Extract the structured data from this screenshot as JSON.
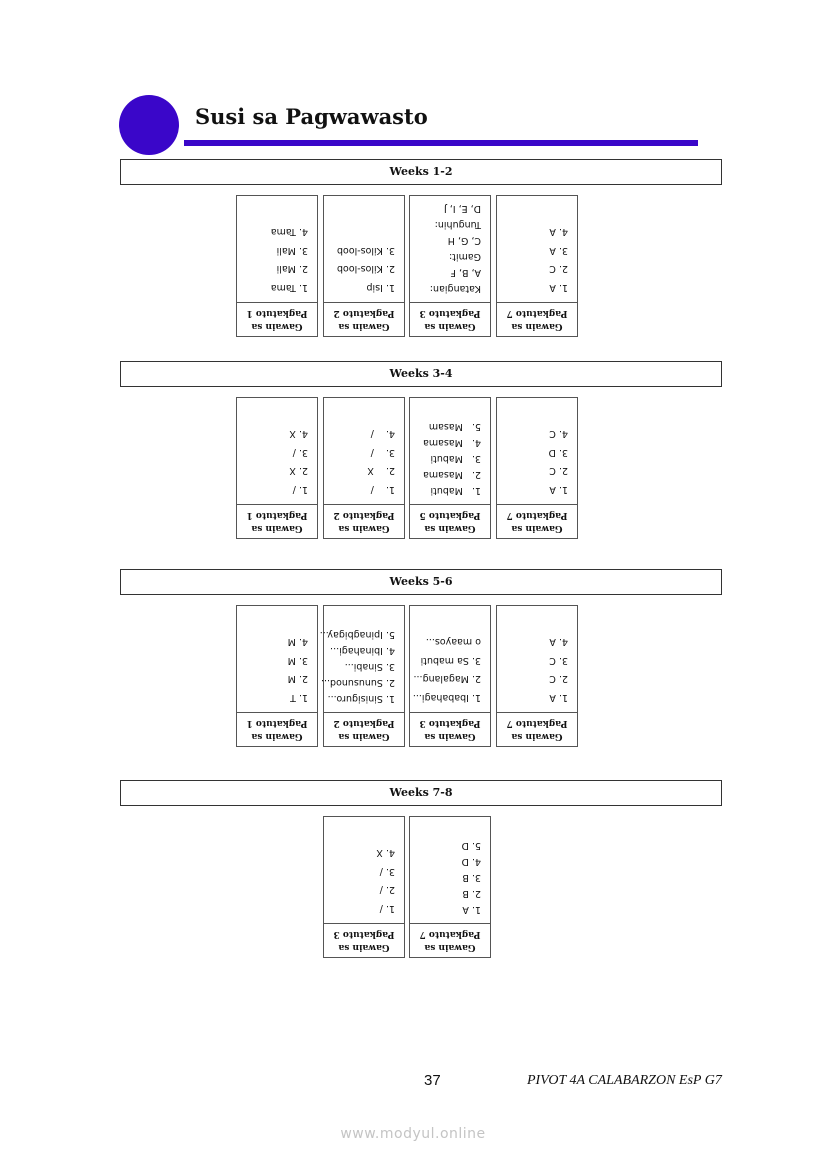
{
  "title": "Susi sa Pagwawasto",
  "sections": [
    {
      "label": "Weeks 1-2",
      "tables": [
        {
          "h1": "Gawain sa",
          "h2": "Pagkatuto 1",
          "items": [
            "1. Tama",
            "2. Mali",
            "3. Mali",
            "4. Tama"
          ]
        },
        {
          "h1": "Gawain sa",
          "h2": "Pagkatuto 2",
          "items": [
            "1. Isip",
            "2. Kilos-loob",
            "3. Kilos-loob"
          ]
        },
        {
          "h1": "Gawain sa",
          "h2": "Pagkatuto 3",
          "items": [
            "Katangian:",
            "A, B, F",
            "Gamit:",
            "C, G, H",
            "Tunguhin:",
            "D, E, I, J"
          ]
        },
        {
          "h1": "Gawain sa",
          "h2": "Pagkatuto 7",
          "items": [
            "1. A",
            "2. C",
            "3. A",
            "4. A"
          ]
        }
      ]
    },
    {
      "label": "Weeks 3-4",
      "tables": [
        {
          "h1": "Gawain sa",
          "h2": "Pagkatuto 1",
          "items": [
            "1. /",
            "2. X",
            "3. /",
            "4. X"
          ]
        },
        {
          "h1": "Gawain sa",
          "h2": "Pagkatuto 2",
          "items": [
            "1.    /",
            "2.    X",
            "3.    /",
            "4.    /"
          ]
        },
        {
          "h1": "Gawain sa",
          "h2": "Pagkatuto 5",
          "items": [
            "1.   Mabuti",
            "2.   Masama",
            "3.   Mabuti",
            "4.   Masama",
            "5.   Masam"
          ]
        },
        {
          "h1": "Gawain sa",
          "h2": "Pagkatuto 7",
          "items": [
            "1. A",
            "2. C",
            "3. D",
            "4. C"
          ]
        }
      ]
    },
    {
      "label": "Weeks 5-6",
      "tables": [
        {
          "h1": "Gawain sa",
          "h2": "Pagkatuto 1",
          "items": [
            "1. T",
            "2. M",
            "3. M",
            "4. M"
          ]
        },
        {
          "h1": "Gawain sa",
          "h2": "Pagkatuto 2",
          "items": [
            "1. Sinisiguro...",
            "2. Sunusunod...",
            "3. Sinabi...",
            "4. Ibinahagi...",
            "5. Ipinagbigay..."
          ]
        },
        {
          "h1": "Gawain sa",
          "h2": "Pagkatuto 3",
          "items": [
            "1. Ibabahagi...",
            "2. Magalang...",
            "3. Sa mabuti",
            "o maayos..."
          ]
        },
        {
          "h1": "Gawain sa",
          "h2": "Pagkatuto 7",
          "items": [
            "1. A",
            "2. C",
            "3. C",
            "4. A"
          ]
        }
      ]
    },
    {
      "label": "Weeks 7-8",
      "tables": [
        {
          "h1": "Gawain sa",
          "h2": "Pagkatuto 3",
          "items": [
            "1. /",
            "2. /",
            "3. /",
            "4. X"
          ]
        },
        {
          "h1": "Gawain sa",
          "h2": "Pagkatuto 7",
          "items": [
            "1. A",
            "2. B",
            "3. B",
            "4. D",
            "5. D"
          ]
        }
      ]
    }
  ],
  "footer": {
    "page": "37",
    "text": "PIVOT 4A CALABARZON EsP G7"
  },
  "watermark": "www.modyul.online"
}
